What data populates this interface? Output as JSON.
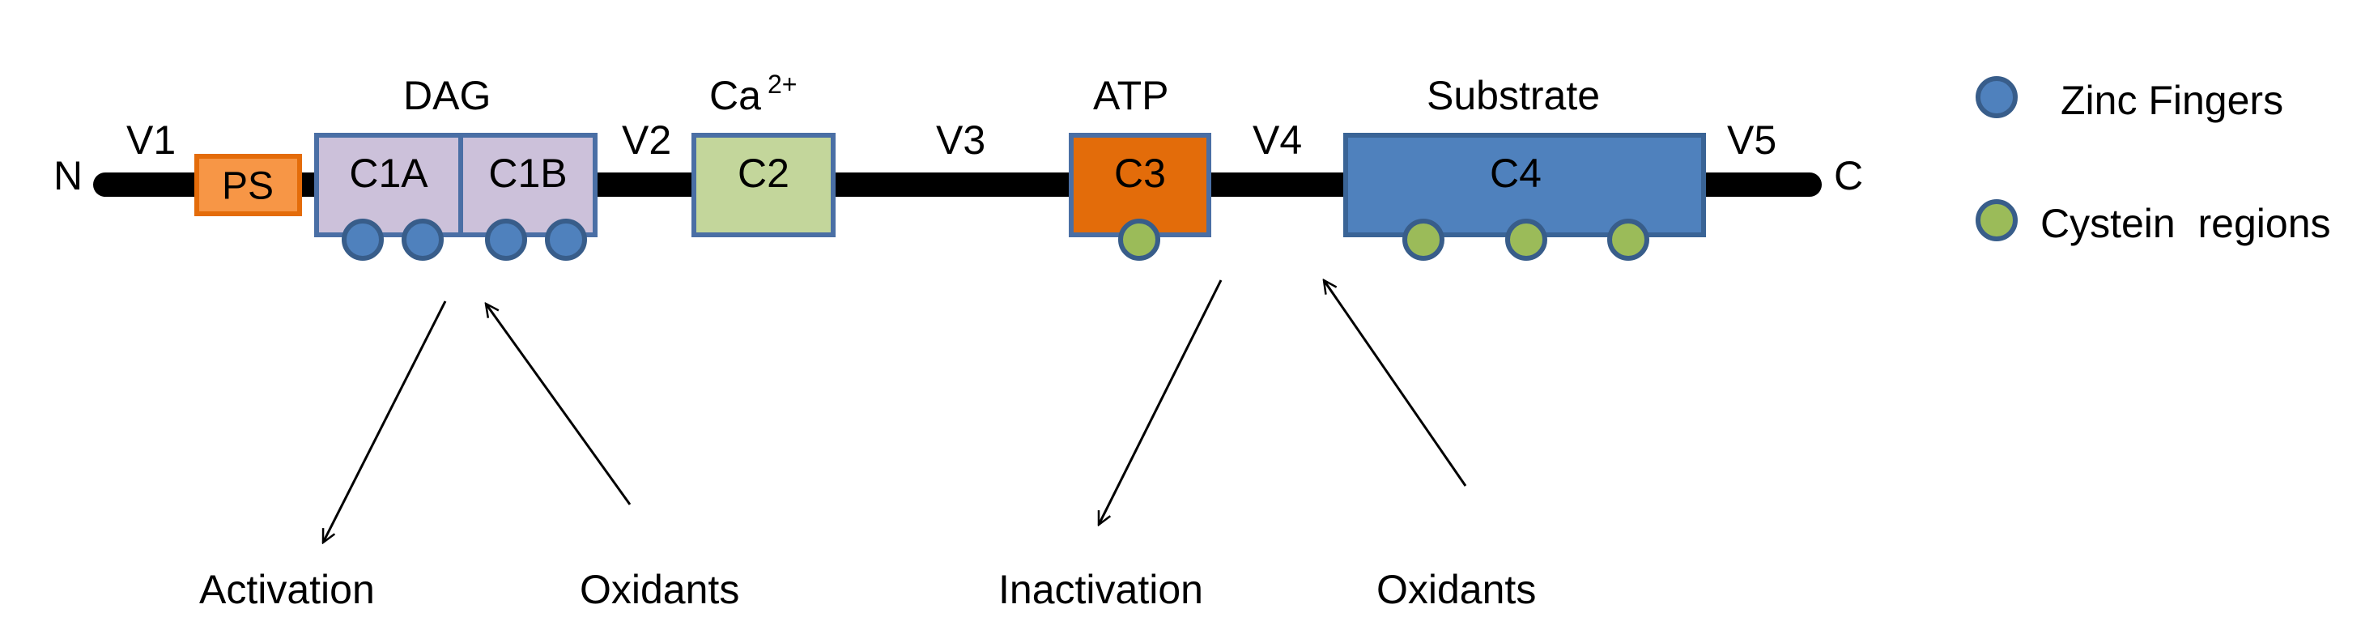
{
  "termini": {
    "n": "N",
    "c": "C"
  },
  "variable_regions": {
    "v1": "V1",
    "v2": "V2",
    "v3": "V3",
    "v4": "V4",
    "v5": "V5"
  },
  "domains": {
    "ps": {
      "label": "PS",
      "fill": "#f79646",
      "stroke": "#e46c0a"
    },
    "c1a": {
      "label": "C1A",
      "fill": "#ccc1da",
      "stroke": "#4a6fa5"
    },
    "c1b": {
      "label": "C1B",
      "fill": "#ccc1da",
      "stroke": "#4a6fa5"
    },
    "c2": {
      "label": "C2",
      "fill": "#c3d69b",
      "stroke": "#4a6fa5"
    },
    "c3": {
      "label": "C3",
      "fill": "#e36c0a",
      "stroke": "#4a6fa5"
    },
    "c4": {
      "label": "C4",
      "fill": "#4f81bd",
      "stroke": "#3a6496"
    }
  },
  "binding_labels": {
    "dag": "DAG",
    "ca": "Ca",
    "ca_superscript": "2+",
    "atp": "ATP",
    "substrate": "Substrate"
  },
  "effects": {
    "activation": "Activation",
    "oxidants_left": "Oxidants",
    "inactivation": "Inactivation",
    "oxidants_right": "Oxidants"
  },
  "legend": {
    "zinc_fingers": {
      "label": "Zinc Fingers",
      "color": "#4f81bd"
    },
    "cystein_regions": {
      "label": "Cystein  regions",
      "color": "#9bbb59"
    }
  },
  "colors": {
    "backbone": "#000000",
    "circle_stroke": "#385d8a"
  }
}
